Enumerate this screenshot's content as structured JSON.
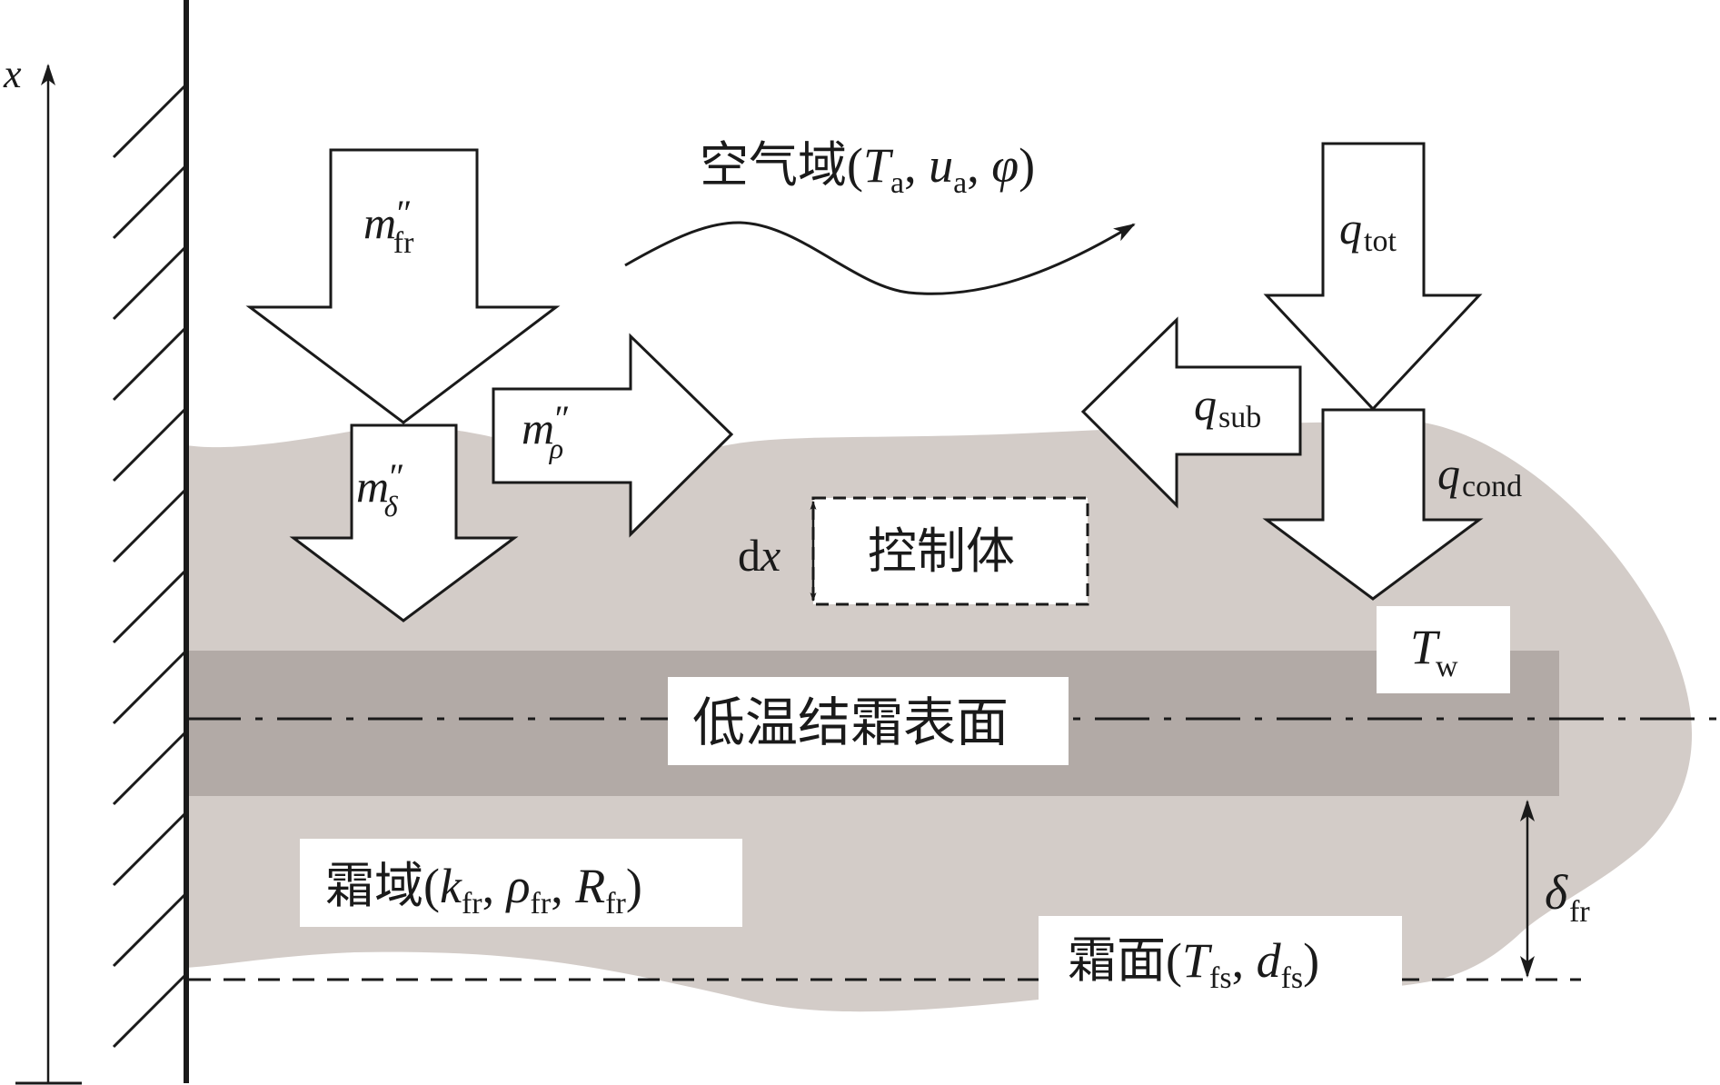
{
  "diagram": {
    "type": "frost-formation-control-volume",
    "colors": {
      "frost": "#d3ccc8",
      "surface_band": "#b2aaa6",
      "line": "#1a1a1a",
      "label_bg": "#ffffff"
    },
    "axis": {
      "label": "x"
    },
    "air_domain": {
      "label_cn": "空气域",
      "params": [
        {
          "sym": "T",
          "sub": "a",
          "italic": true
        },
        {
          "sym": "u",
          "sub": "a",
          "italic": true
        },
        {
          "sym": "φ",
          "sub": "",
          "italic": true
        }
      ]
    },
    "arrows": {
      "m_fr": {
        "sym": "m",
        "prime": "″",
        "sub": "fr",
        "direction": "down"
      },
      "m_delta": {
        "sym": "m",
        "prime": "″",
        "sub": "δ",
        "direction": "down"
      },
      "m_rho": {
        "sym": "m",
        "prime": "″",
        "sub": "ρ",
        "direction": "right"
      },
      "q_tot": {
        "sym": "q",
        "sub": "tot",
        "direction": "down"
      },
      "q_sub": {
        "sym": "q",
        "sub": "sub",
        "direction": "left"
      },
      "q_cond": {
        "sym": "q",
        "sub": "cond",
        "direction": "down"
      }
    },
    "control_volume": {
      "label_cn": "控制体",
      "dx_label": "d",
      "dx_var": "x"
    },
    "wall_temp": {
      "sym": "T",
      "sub": "w"
    },
    "cold_surface": {
      "label_cn": "低温结霜表面"
    },
    "frost_domain": {
      "label_cn": "霜域",
      "params": [
        {
          "sym": "k",
          "sub": "fr"
        },
        {
          "sym": "ρ",
          "sub": "fr"
        },
        {
          "sym": "R",
          "sub": "fr"
        }
      ]
    },
    "frost_surface": {
      "label_cn": "霜面",
      "params": [
        {
          "sym": "T",
          "sub": "fs"
        },
        {
          "sym": "d",
          "sub": "fs"
        }
      ]
    },
    "thickness": {
      "sym": "δ",
      "sub": "fr"
    }
  }
}
